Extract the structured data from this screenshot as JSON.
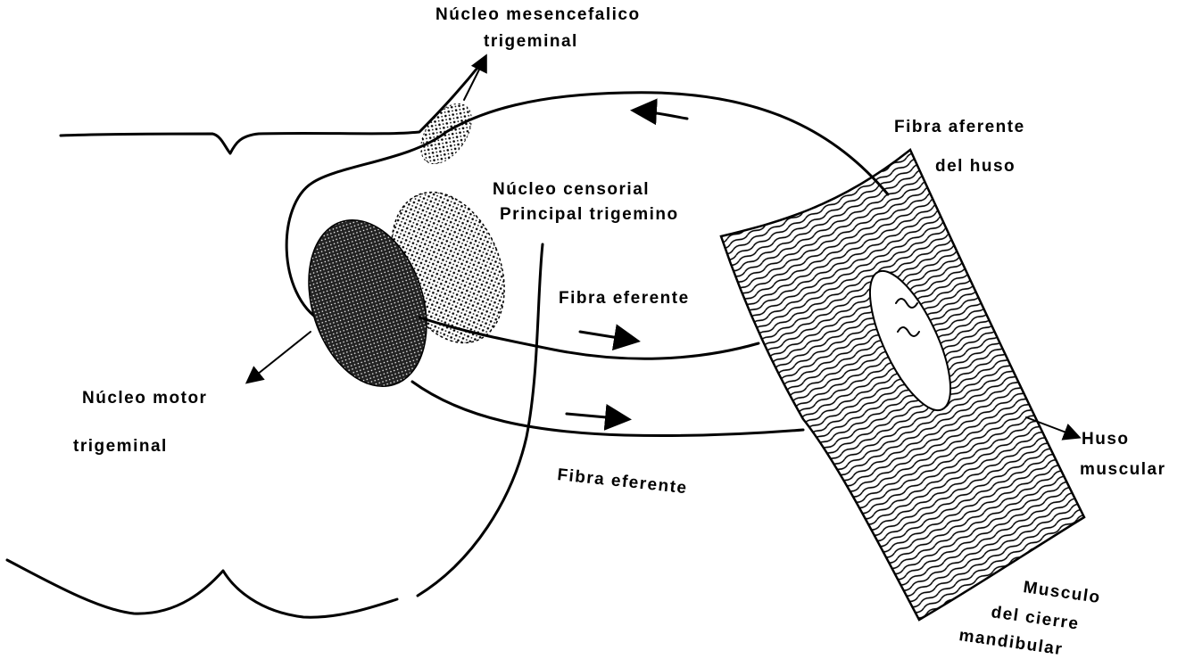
{
  "labels": {
    "mesencephalic_1": "Núcleo mesencefalico",
    "mesencephalic_2": "trigeminal",
    "afferent_1": "Fibra aferente",
    "afferent_2": "del huso",
    "sensory_1": "Núcleo censorial",
    "sensory_2": "Principal trigemino",
    "efferent_upper": "Fibra    eferente",
    "motor_1": "Núcleo motor",
    "motor_2": "trigeminal",
    "spindle_1": "Huso",
    "spindle_2": "muscular",
    "efferent_lower": "Fibra eferente",
    "muscle_1": "Musculo",
    "muscle_2": "del cierre",
    "muscle_3": "mandibular"
  },
  "colors": {
    "ink": "#000000",
    "paper": "#ffffff"
  }
}
